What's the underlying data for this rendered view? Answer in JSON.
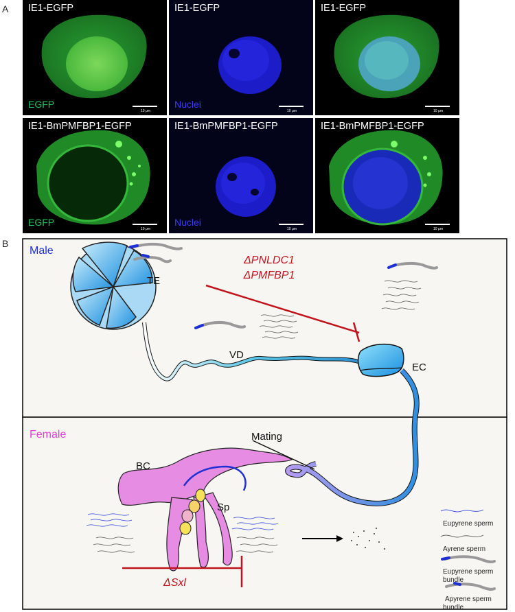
{
  "panel_a": {
    "letter": "A",
    "row1": {
      "top_labels": [
        "IE1-EGFP",
        "IE1-EGFP",
        "IE1-EGFP"
      ],
      "bottom_labels": [
        "EGFP",
        "Nuclei",
        ""
      ]
    },
    "row2": {
      "top_labels": [
        "IE1-BmPMFBP1-EGFP",
        "IE1-BmPMFBP1-EGFP",
        "IE1-BmPMFBP1-EGFP"
      ],
      "bottom_labels": [
        "EGFP",
        "Nuclei",
        ""
      ]
    },
    "scale_text": "10 μm",
    "colors": {
      "egfp": "#22c55e",
      "nuclei": "#2a2ae0"
    }
  },
  "panel_b": {
    "letter": "B",
    "male_label": "Male",
    "female_label": "Female",
    "te": "TE",
    "vd": "VD",
    "ec": "EC",
    "bc": "BC",
    "sp": "Sp",
    "mating": "Mating",
    "block_male_line1": "ΔPNLDC1",
    "block_male_line2": "ΔPMFBP1",
    "block_female": "ΔSxl",
    "legend": {
      "eupyrene_sperm": "Eupyrene sperm",
      "apyrene_sperm": "Ayrene sperm",
      "eupyrene_bundle_1": "Eupyrene sperm",
      "eupyrene_bundle_2": "bundle",
      "apyrene_bundle_1": "Apyrene sperm",
      "apyrene_bundle_2": "bundle"
    },
    "colors": {
      "male_label": "#1f2fd6",
      "female_label": "#e040d0",
      "block": "#c0141c"
    }
  }
}
